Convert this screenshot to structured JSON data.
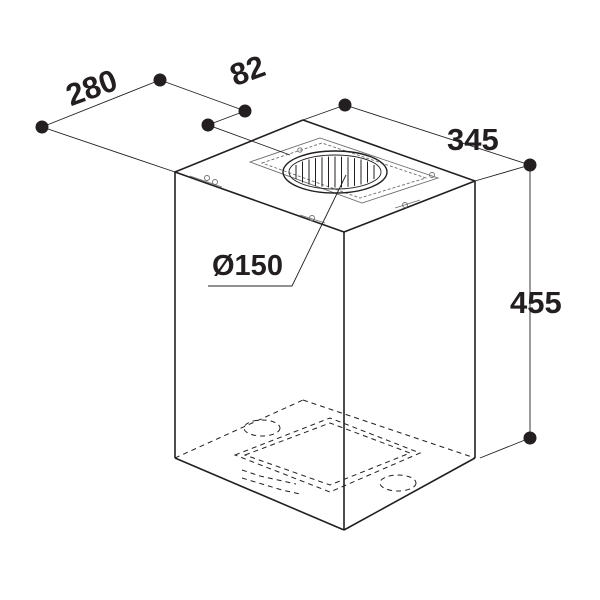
{
  "colors": {
    "stroke": "#231f20",
    "thin": "#6d6e71",
    "background": "#ffffff"
  },
  "dimensions": {
    "depth": "280",
    "offset": "82",
    "width": "345",
    "height": "455",
    "duct_diameter": "Ø150"
  }
}
